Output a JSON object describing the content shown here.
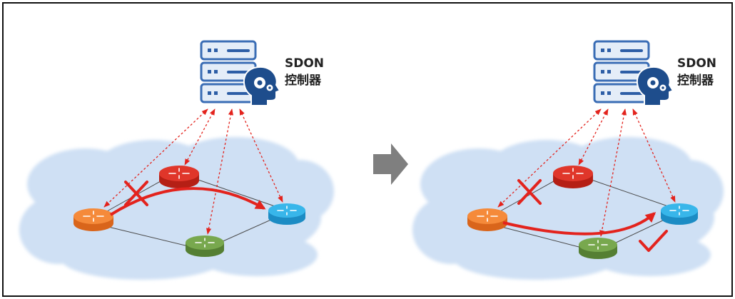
{
  "diagram": {
    "left_panel": {
      "controller_title": "SDON",
      "controller_subtitle": "控制器"
    },
    "right_panel": {
      "controller_title": "SDON",
      "controller_subtitle": "控制器"
    }
  },
  "colors": {
    "cloud": "#cfe0f4",
    "control_link": "#e3231d",
    "traffic_path": "#e3231d",
    "router_orange": "#f58a3a",
    "router_red": "#e0362a",
    "router_blue": "#38b6ea",
    "router_green": "#78a84e",
    "server": "#3a6db5",
    "transition_arrow": "#7f7f7f"
  },
  "icons": {
    "controller": "server-stack-icon",
    "ai_head": "head-gear-icon",
    "router": "router-icon",
    "blocked": "x-mark-icon",
    "ok": "check-mark-icon",
    "transition": "right-arrow-icon"
  }
}
